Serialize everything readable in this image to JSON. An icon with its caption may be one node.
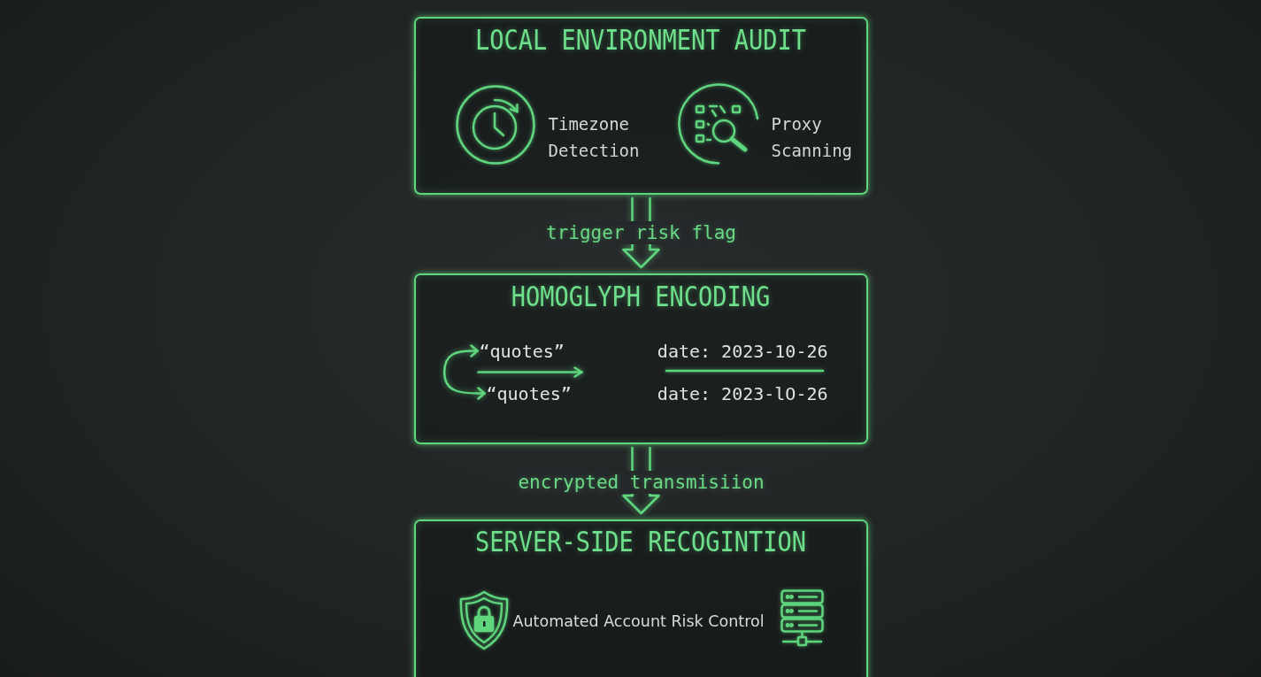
{
  "diagram": {
    "nodes": [
      {
        "text": [
          "LOCAL ENVIRONMENT AUDIT",
          "Timezone Detection",
          "Proxy Scanning"
        ]
      },
      {
        "text": [
          "HOMOGLYPH ENCODING",
          "date: 2023-10-26",
          "date: 2023-lO-26"
        ]
      },
      {
        "text": [
          "“quotes”"
        ],
        "in": 1
      },
      {
        "text": [
          "“quotes”"
        ],
        "in": 1
      },
      {
        "text": [
          "SERVER-SIDE RECOGINTION",
          "Automated Account Risk Control"
        ]
      }
    ],
    "edges": [
      {
        "from": 0,
        "to": 1,
        "arrow": "to",
        "label": "trigger risk flag"
      },
      {
        "from": 2,
        "to": 3,
        "arrow": "both"
      },
      {
        "from": 2,
        "to": 3,
        "arrow": "to"
      },
      {
        "from": 1,
        "to": 4,
        "arrow": "to",
        "label": "encrypted transmisiion"
      }
    ]
  }
}
